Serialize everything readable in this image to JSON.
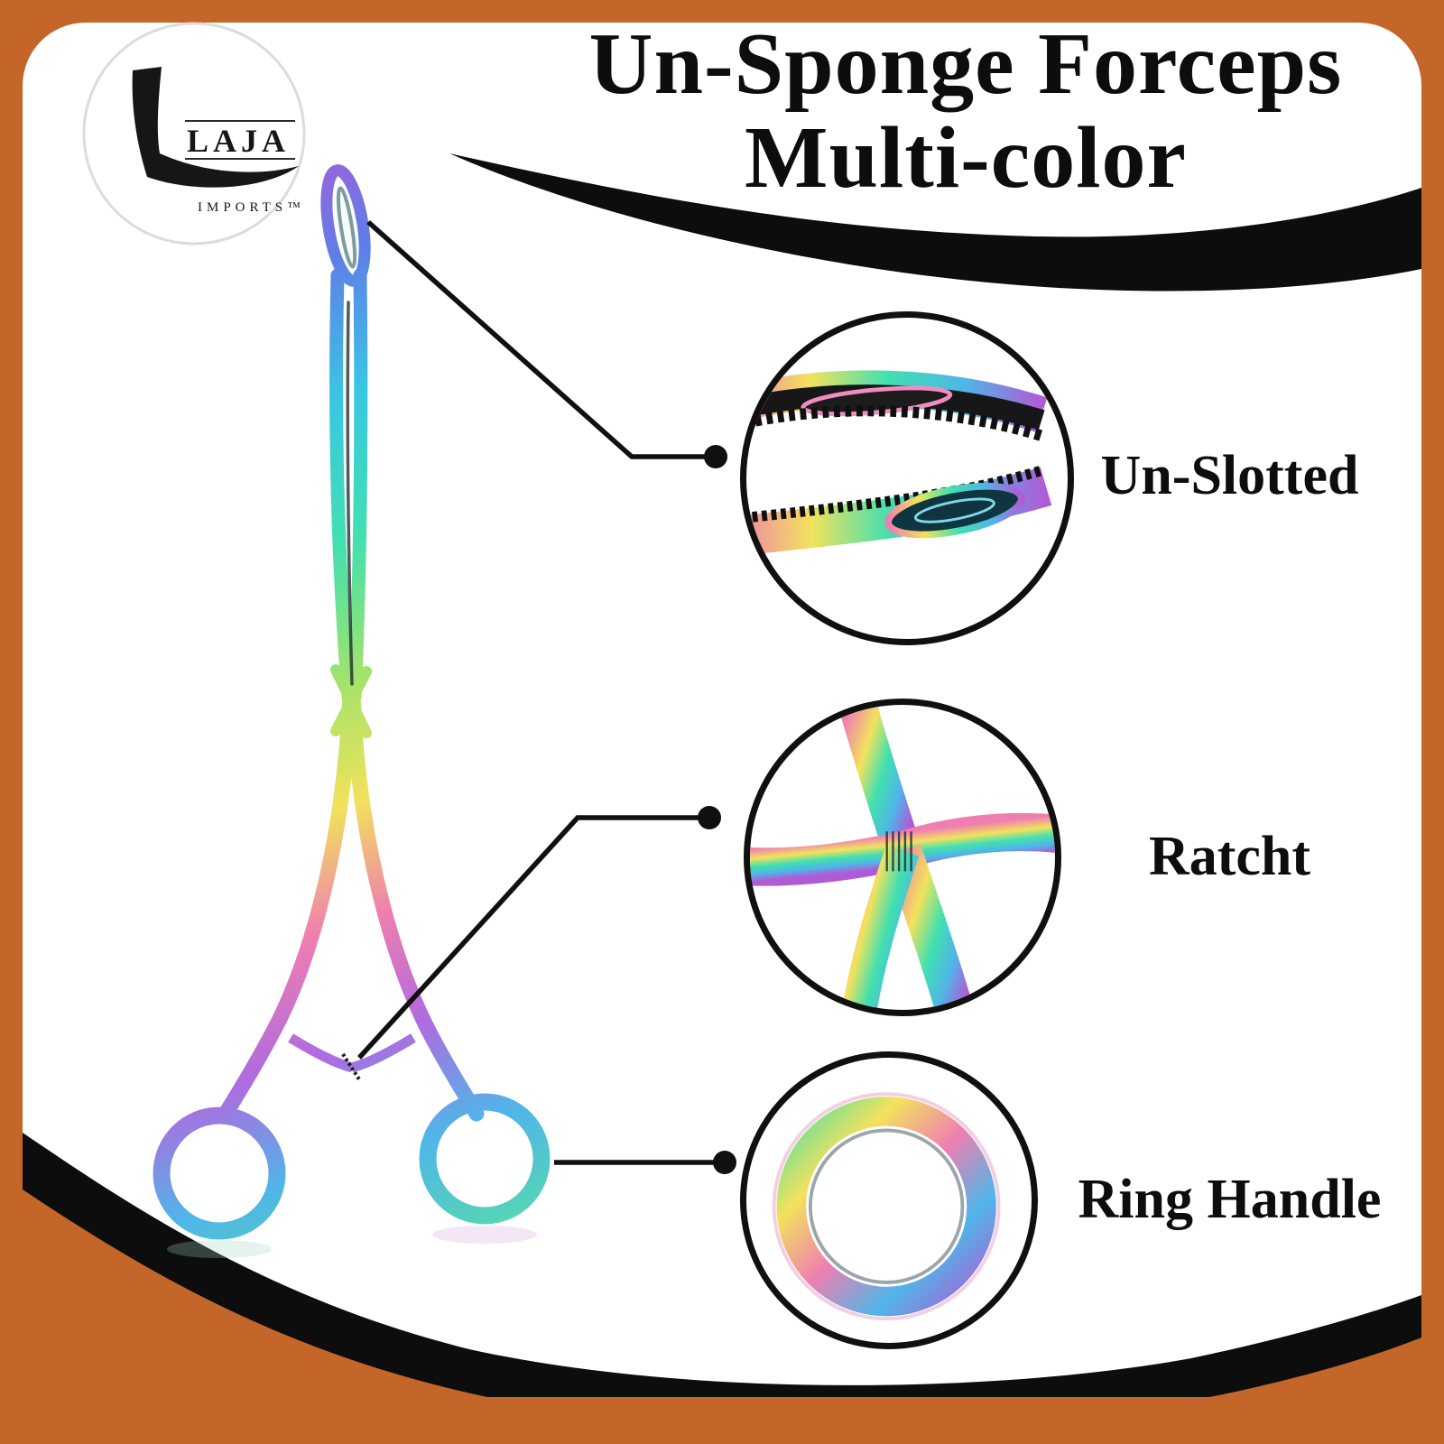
{
  "title": {
    "line1": "Un-Sponge Forceps",
    "line2": "Multi-color"
  },
  "logo": {
    "name": "LAJA",
    "subtitle": "IMPORTS™"
  },
  "callouts": [
    {
      "id": "un-slotted",
      "label": "Un-Slotted"
    },
    {
      "id": "ratchet",
      "label": "Ratcht"
    },
    {
      "id": "ring-handle",
      "label": "Ring Handle"
    }
  ],
  "colors": {
    "frame_orange": "#c4662a",
    "ink_black": "#0d0d0d",
    "background_white": "#ffffff",
    "rainbow_palette": [
      "#b05bd6",
      "#5f7de8",
      "#39c7e3",
      "#41e0b0",
      "#a6e26a",
      "#f2e25c",
      "#ef7fb0"
    ]
  }
}
